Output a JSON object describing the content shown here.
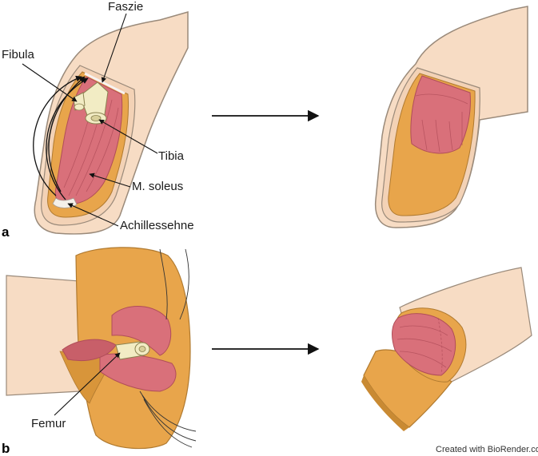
{
  "labels": {
    "faszie": "Faszie",
    "fibula": "Fibula",
    "tibia": "Tibia",
    "soleus": "M. soleus",
    "achilles": "Achillessehne",
    "femur": "Femur"
  },
  "panels": {
    "a": "a",
    "b": "b"
  },
  "credit": "Created with BioRender.com",
  "colors": {
    "skin": "#f7dcc4",
    "skin_outline": "#9a8a7a",
    "fat": "#e8a54b",
    "fat_dark": "#c98a33",
    "muscle": "#d9707a",
    "muscle_dark": "#b04d59",
    "bone": "#f2ecc4",
    "line": "#111111"
  }
}
